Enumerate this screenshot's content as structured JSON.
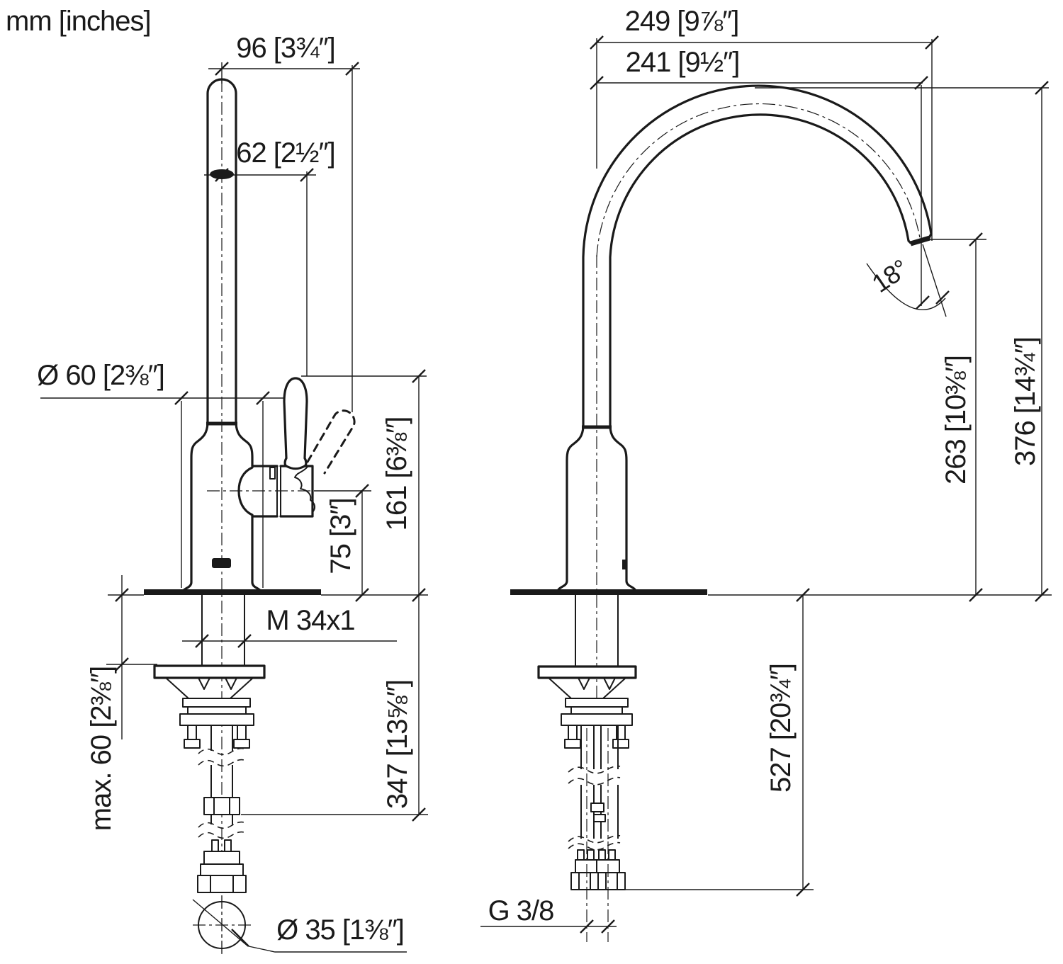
{
  "colors": {
    "ink": "#1a1a1a",
    "paper": "#ffffff"
  },
  "title": "mm [inches]",
  "front": {
    "w96": "96 [3¾″]",
    "w62": "62 [2½″]",
    "dia60": "Ø 60 [2⅜″]",
    "h161": "161 [6⅜″]",
    "h75": "75 [3″]",
    "thread": "M 34x1",
    "max60": "max. 60 [2⅜″]",
    "l347": "347 [13⅝″]",
    "dia35": "Ø 35 [1⅜″]"
  },
  "side": {
    "r249": "249 [9⅞″]",
    "r241": "241 [9½″]",
    "a18": "18°",
    "h263": "263 [10⅜″]",
    "h376": "376 [14¾″]",
    "l527": "527 [20¾″]",
    "gthread": "G 3/8"
  }
}
